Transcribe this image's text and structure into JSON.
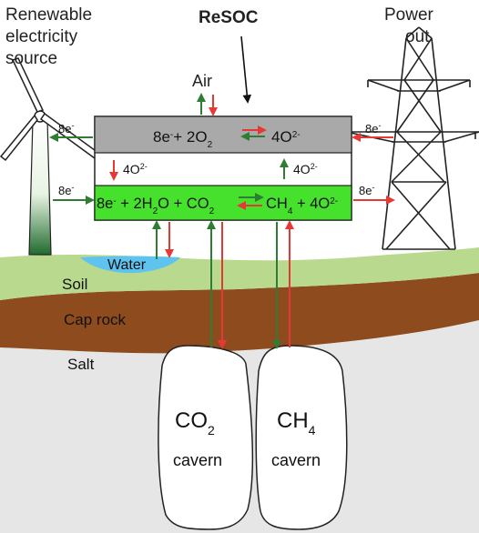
{
  "labels": {
    "source_line1": "Renewable",
    "source_line2": "electricity",
    "source_line3": "source",
    "resoc": "ReSOC",
    "power_line1": "Power",
    "power_line2": "out",
    "air": "Air",
    "water": "Water",
    "soil": "Soil",
    "caprock": "Cap rock",
    "salt": "Salt",
    "co2_cavern": "cavern",
    "ch4_cavern": "cavern"
  },
  "equations": {
    "top_left": "8e",
    "top_left_sup": "-",
    "top_plus": "+ 2O",
    "top_sub": "2",
    "top_right": "4O",
    "top_right_sup": "2-",
    "mid_left": "4O",
    "mid_left_sup": "2-",
    "mid_right": "4O",
    "mid_right_sup": "2-",
    "bot_a": "8e",
    "bot_a_sup": "-",
    "bot_b": " + 2H",
    "bot_b_sub": "2",
    "bot_c": "O + CO",
    "bot_c_sub": "2",
    "bot_d": "CH",
    "bot_d_sub": "4",
    "bot_e": " + 4O",
    "bot_e_sup": "2-"
  },
  "electrons": {
    "left_top": "8e",
    "left_top_sup": "-",
    "left_bot": "8e",
    "left_bot_sup": "-",
    "right_top": "8e",
    "right_top_sup": "-",
    "right_bot": "8e",
    "right_bot_sup": "-"
  },
  "caverns": {
    "co2_label": "CO",
    "co2_sub": "2",
    "ch4_label": "CH",
    "ch4_sub": "4"
  },
  "colors": {
    "green_arrow": "#2e7d32",
    "red_arrow": "#e53935",
    "top_band": "#a9a9a9",
    "bottom_band": "#43e02a",
    "soil": "#b7d98c",
    "caprock": "#8b4a1f",
    "salt": "#e8e8e8",
    "water": "#5fc4ef"
  }
}
